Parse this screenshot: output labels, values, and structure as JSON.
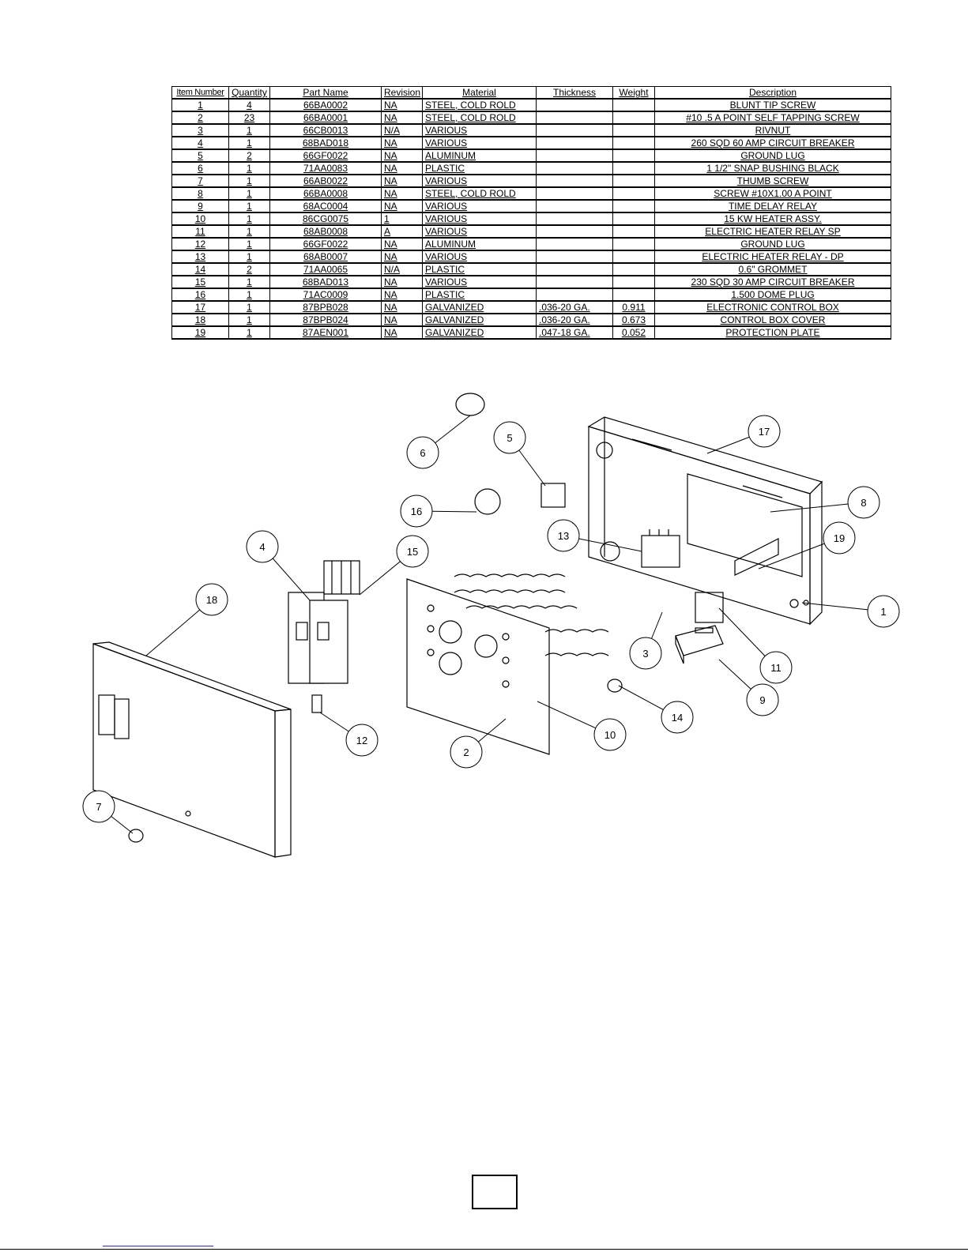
{
  "table": {
    "headers": [
      "Item Number",
      "Quantity",
      "Part Name",
      "Revision",
      "Material",
      "Thickness",
      "Weight",
      "Description"
    ],
    "rows": [
      [
        "1",
        "4",
        "66BA0002",
        "NA",
        "STEEL, COLD ROLD",
        "",
        "",
        "BLUNT TIP SCREW"
      ],
      [
        "2",
        "23",
        "66BA0001",
        "NA",
        "STEEL, COLD ROLD",
        "",
        "",
        "#10 .5 A POINT SELF TAPPING SCREW"
      ],
      [
        "3",
        "1",
        "66CB0013",
        "N/A",
        "VARIOUS",
        "",
        "",
        "RIVNUT"
      ],
      [
        "4",
        "1",
        "68BAD018",
        "NA",
        "VARIOUS",
        "",
        "",
        "260 SQD 60 AMP CIRCUIT BREAKER"
      ],
      [
        "5",
        "2",
        "66GF0022",
        "NA",
        "ALUMINUM",
        "",
        "",
        "GROUND LUG"
      ],
      [
        "6",
        "1",
        "71AA0083",
        "NA",
        "PLASTIC",
        "",
        "",
        "1 1/2\" SNAP BUSHING BLACK"
      ],
      [
        "7",
        "1",
        "66AB0022",
        "NA",
        "VARIOUS",
        "",
        "",
        "THUMB SCREW"
      ],
      [
        "8",
        "1",
        "66BA0008",
        "NA",
        "STEEL, COLD ROLD",
        "",
        "",
        "SCREW #10X1.00 A POINT"
      ],
      [
        "9",
        "1",
        "68AC0004",
        "NA",
        "VARIOUS",
        "",
        "",
        "TIME DELAY RELAY"
      ],
      [
        "10",
        "1",
        "86CG0075",
        "1",
        "VARIOUS",
        "",
        "",
        "15 KW HEATER ASSY."
      ],
      [
        "11",
        "1",
        "68AB0008",
        "A",
        "VARIOUS",
        "",
        "",
        "ELECTRIC HEATER RELAY SP"
      ],
      [
        "12",
        "1",
        "66GF0022",
        "NA",
        "ALUMINUM",
        "",
        "",
        "GROUND LUG"
      ],
      [
        "13",
        "1",
        "68AB0007",
        "NA",
        "VARIOUS",
        "",
        "",
        "ELECTRIC HEATER RELAY - DP"
      ],
      [
        "14",
        "2",
        "71AA0065",
        "N/A",
        "PLASTIC",
        "",
        "",
        "0.6\" GROMMET"
      ],
      [
        "15",
        "1",
        "68BAD013",
        "NA",
        "VARIOUS",
        "",
        "",
        "230 SQD 30 AMP CIRCUIT BREAKER"
      ],
      [
        "16",
        "1",
        "71AC0009",
        "NA",
        "PLASTIC",
        "",
        "",
        "1.500 DOME PLUG"
      ],
      [
        "17",
        "1",
        "87BPB028",
        "NA",
        "GALVANIZED",
        ".036-20 GA.",
        "0.911",
        "ELECTRONIC CONTROL BOX"
      ],
      [
        "18",
        "1",
        "87BPB024",
        "NA",
        "GALVANIZED",
        ".036-20 GA.",
        "0.673",
        "CONTROL BOX COVER"
      ],
      [
        "19",
        "1",
        "87AEN001",
        "NA",
        "GALVANIZED",
        ".047-18 GA.",
        "0.052",
        "PROTECTION PLATE"
      ]
    ]
  },
  "balloons": [
    "1",
    "2",
    "3",
    "4",
    "5",
    "6",
    "7",
    "8",
    "9",
    "10",
    "11",
    "12",
    "13",
    "14",
    "15",
    "16",
    "17",
    "18",
    "19"
  ],
  "page_number": ""
}
